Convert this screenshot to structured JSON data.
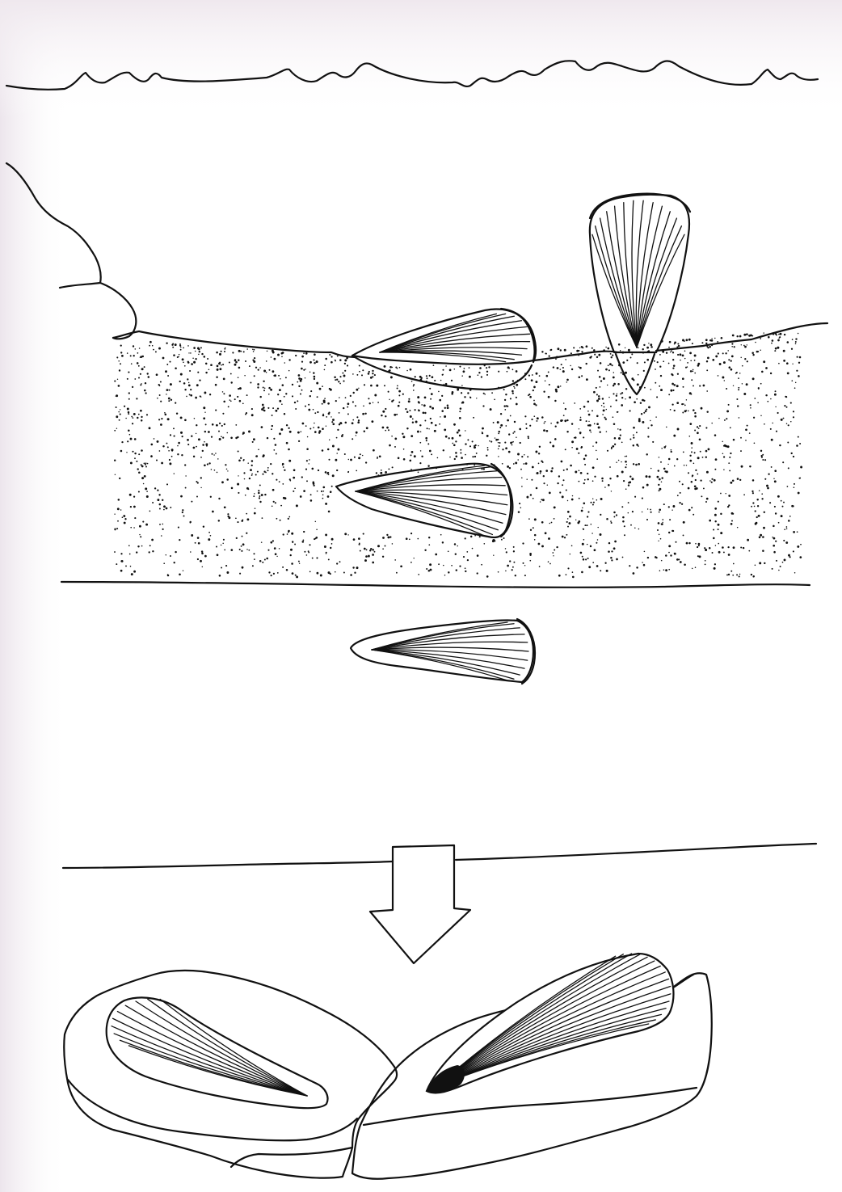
{
  "figure": {
    "panels": [
      {
        "id": "seafloor-burial",
        "items": [
          "water-surface",
          "rock-outcrop",
          "sediment-surface",
          "upright-shell",
          "tilted-shell",
          "buried-shell",
          "stratum-boundary",
          "fossil-shell-in-rock"
        ]
      },
      {
        "id": "split-rock-fossil",
        "items": [
          "ground-line",
          "downward-arrow",
          "rock-half-left",
          "rock-half-right",
          "shell-mould",
          "shell-cast"
        ]
      }
    ],
    "colors": {
      "ink": "#111111",
      "paper": "#ffffff",
      "paper_shadow": "#ece5ec"
    }
  }
}
